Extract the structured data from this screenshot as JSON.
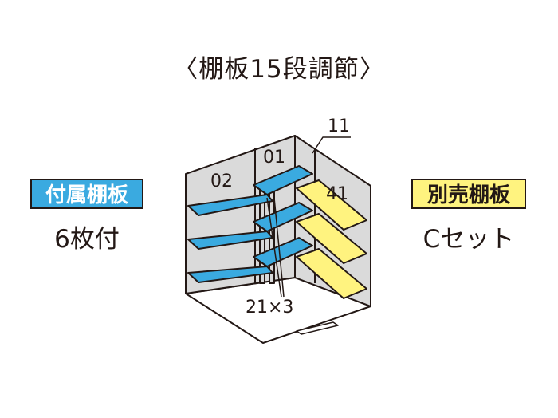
{
  "title": "〈棚板15段調節〉",
  "included": {
    "badge": "付属棚板",
    "count": "6枚付",
    "color": "#3aaae0"
  },
  "optional": {
    "badge": "別売棚板",
    "set": "Cセット",
    "color": "#fff37f"
  },
  "diagram": {
    "labels": {
      "left_wall": "02",
      "back_wall": "01",
      "corner_leader": "11",
      "right_wall": "41",
      "posts": "21×3"
    }
  }
}
